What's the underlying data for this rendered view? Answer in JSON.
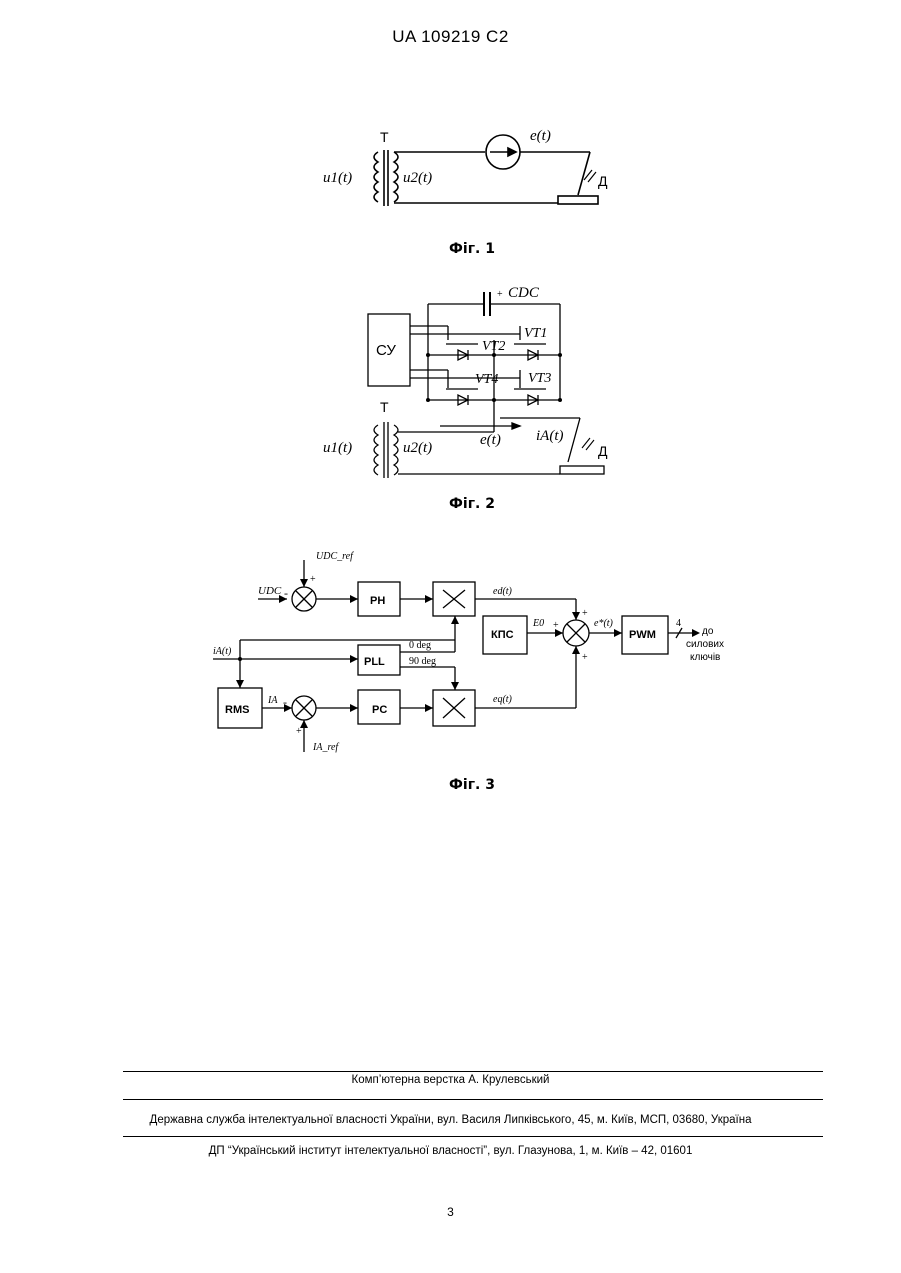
{
  "header": {
    "doc_id": "UA   109219   C2"
  },
  "fig1": {
    "caption": "Фіг. 1",
    "labels": {
      "t": "Т",
      "u1": "u1(t)",
      "u2": "u2(t)",
      "e": "e(t)",
      "d": "Д"
    }
  },
  "fig2": {
    "caption": "Фіг. 2",
    "labels": {
      "cdc": "CDC",
      "plus": "+",
      "su": "СУ",
      "vt1": "VT1",
      "vt2": "VT2",
      "vt3": "VT3",
      "vt4": "VT4",
      "t": "Т",
      "u1": "u1(t)",
      "u2": "u2(t)",
      "e": "e(t)",
      "ia": "iA(t)",
      "d": "Д"
    }
  },
  "fig3": {
    "caption": "Фіг. 3",
    "labels": {
      "udc_ref": "UDC_ref",
      "udc": "UDC",
      "ph": "РН",
      "ed": "ed(t)",
      "kps": "КПС",
      "e0": "E0",
      "estar": "e*(t)",
      "pwm": "PWM",
      "four": "4",
      "to_keys_1": "до",
      "to_keys_2": "силових",
      "to_keys_3": "ключів",
      "ia": "iA(t)",
      "pll": "PLL",
      "deg0": "0 deg",
      "deg90": "90 deg",
      "rms": "RMS",
      "ia_cap": "IA",
      "pc": "PC",
      "eq": "eq(t)",
      "ia_ref": "IA_ref",
      "plus": "+",
      "minus": "-"
    }
  },
  "footer": {
    "typesetting": "Комп’ютерна верстка А. Крулевський",
    "service": "Державна служба інтелектуальної власності України, вул. Василя Липківського, 45, м. Київ, МСП, 03680, Україна",
    "institute": "ДП “Український інститут інтелектуальної власності”, вул. Глазунова, 1, м. Київ – 42, 01601",
    "page_number": "3"
  }
}
